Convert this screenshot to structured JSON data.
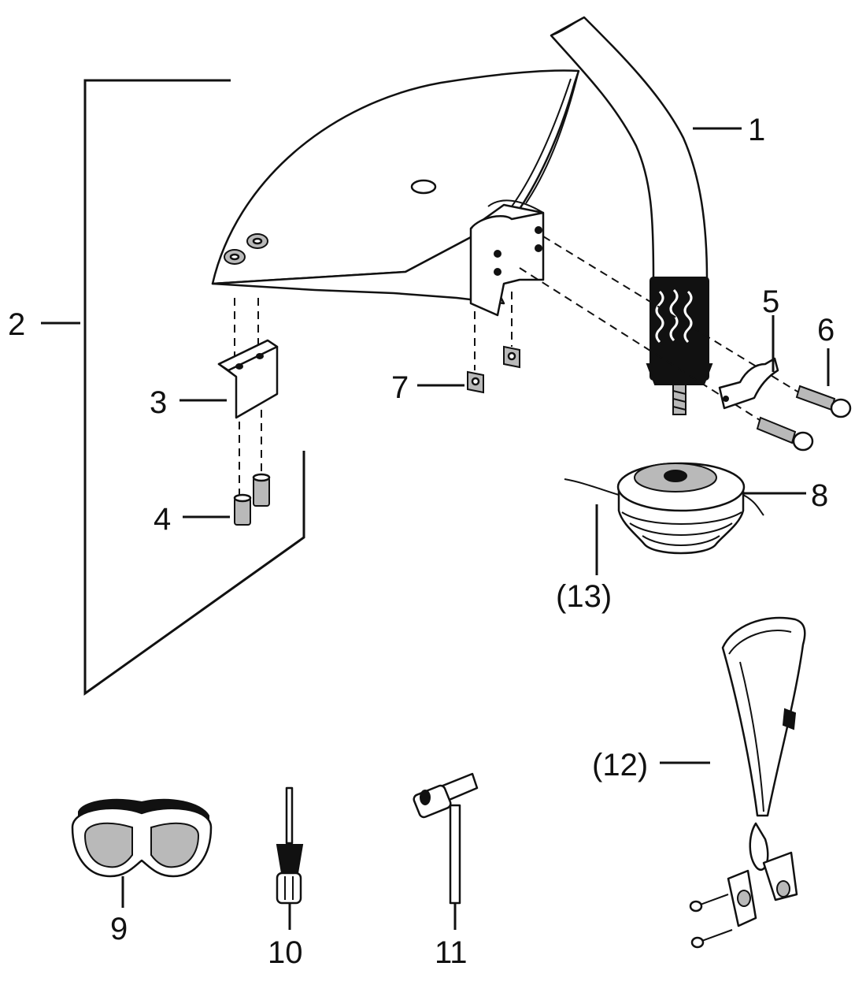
{
  "diagram": {
    "callouts": {
      "c1": "1",
      "c2": "2",
      "c3": "3",
      "c4": "4",
      "c5": "5",
      "c6": "6",
      "c7": "7",
      "c8": "8",
      "c9": "9",
      "c10": "10",
      "c11": "11",
      "c12": "(12)",
      "c13": "(13)"
    },
    "colors": {
      "ink": "#111111",
      "paper": "#ffffff"
    }
  }
}
